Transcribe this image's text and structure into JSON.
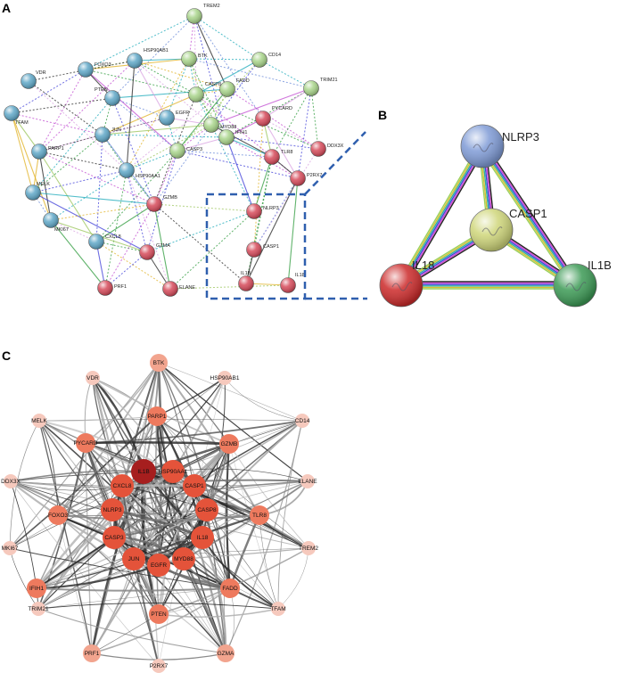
{
  "panels": {
    "a": {
      "label": "A",
      "nodes": [
        {
          "id": "TREM2",
          "group": "green"
        },
        {
          "id": "BTK",
          "group": "green"
        },
        {
          "id": "CD14",
          "group": "green"
        },
        {
          "id": "FADD",
          "group": "green"
        },
        {
          "id": "TRIM21",
          "group": "green"
        },
        {
          "id": "CASP8",
          "group": "green"
        },
        {
          "id": "MYD88",
          "group": "green"
        },
        {
          "id": "IFIH1",
          "group": "green"
        },
        {
          "id": "CASP3",
          "group": "green"
        },
        {
          "id": "HSP90AB1",
          "group": "blue"
        },
        {
          "id": "FOXO3",
          "group": "blue"
        },
        {
          "id": "VDR",
          "group": "blue"
        },
        {
          "id": "TFAM",
          "group": "blue"
        },
        {
          "id": "PTEN",
          "group": "blue"
        },
        {
          "id": "JUN",
          "group": "blue"
        },
        {
          "id": "EGFR",
          "group": "blue"
        },
        {
          "id": "PARP1",
          "group": "blue"
        },
        {
          "id": "HSP90AA1",
          "group": "blue"
        },
        {
          "id": "MELK",
          "group": "blue"
        },
        {
          "id": "MKI67",
          "group": "blue"
        },
        {
          "id": "CXCL8",
          "group": "blue"
        },
        {
          "id": "PYCARD",
          "group": "red"
        },
        {
          "id": "DDX3X",
          "group": "red"
        },
        {
          "id": "TLR8",
          "group": "red"
        },
        {
          "id": "P2RX7",
          "group": "red"
        },
        {
          "id": "GZMB",
          "group": "red"
        },
        {
          "id": "NLRP3",
          "group": "red"
        },
        {
          "id": "CASP1",
          "group": "red"
        },
        {
          "id": "GZMA",
          "group": "red"
        },
        {
          "id": "PRF1",
          "group": "red"
        },
        {
          "id": "ELANE",
          "group": "red"
        },
        {
          "id": "IL1B",
          "group": "red"
        },
        {
          "id": "IL18",
          "group": "red"
        }
      ]
    },
    "b": {
      "label": "B",
      "nodes": [
        {
          "id": "NLRP3",
          "color": "#7f9bd6"
        },
        {
          "id": "CASP1",
          "color": "#cfd67a"
        },
        {
          "id": "IL18",
          "color": "#cc2a2a"
        },
        {
          "id": "IL1B",
          "color": "#3c9a55"
        }
      ]
    },
    "c": {
      "label": "C",
      "nodes": [
        {
          "id": "BTK",
          "shade": 1
        },
        {
          "id": "VDR",
          "shade": 0
        },
        {
          "id": "HSP90AB1",
          "shade": 0
        },
        {
          "id": "MELK",
          "shade": 0
        },
        {
          "id": "CD14",
          "shade": 0
        },
        {
          "id": "PARP1",
          "shade": 2
        },
        {
          "id": "PYCARD",
          "shade": 2
        },
        {
          "id": "GZMB",
          "shade": 2
        },
        {
          "id": "DDX3X",
          "shade": 0
        },
        {
          "id": "ELANE",
          "shade": 0
        },
        {
          "id": "IL1B",
          "shade": 4
        },
        {
          "id": "HSP90AA1",
          "shade": 3
        },
        {
          "id": "CXCL8",
          "shade": 3
        },
        {
          "id": "CASP1",
          "shade": 3
        },
        {
          "id": "NLRP3",
          "shade": 3
        },
        {
          "id": "CASP8",
          "shade": 3
        },
        {
          "id": "FOXO3",
          "shade": 2
        },
        {
          "id": "TLR8",
          "shade": 2
        },
        {
          "id": "CASP3",
          "shade": 3
        },
        {
          "id": "IL18",
          "shade": 3
        },
        {
          "id": "MKI67",
          "shade": 0
        },
        {
          "id": "TREM2",
          "shade": 0
        },
        {
          "id": "JUN",
          "shade": 3
        },
        {
          "id": "MYD88",
          "shade": 3
        },
        {
          "id": "EGFR",
          "shade": 3
        },
        {
          "id": "IFIH1",
          "shade": 2
        },
        {
          "id": "FADD",
          "shade": 2
        },
        {
          "id": "TRIM21",
          "shade": 0
        },
        {
          "id": "TFAM",
          "shade": 0
        },
        {
          "id": "PTEN",
          "shade": 2
        },
        {
          "id": "PRF1",
          "shade": 1
        },
        {
          "id": "GZMA",
          "shade": 1
        },
        {
          "id": "P2RX7",
          "shade": 0
        }
      ]
    }
  },
  "colors": {
    "green": "#a8d48a",
    "blue": "#5fa7c7",
    "red": "#d64a5a",
    "zoom_box": "#2f5fae",
    "c_shades": [
      "#f6c9bd",
      "#f2a48e",
      "#ee7a5e",
      "#e4533a",
      "#a61e1e"
    ]
  }
}
